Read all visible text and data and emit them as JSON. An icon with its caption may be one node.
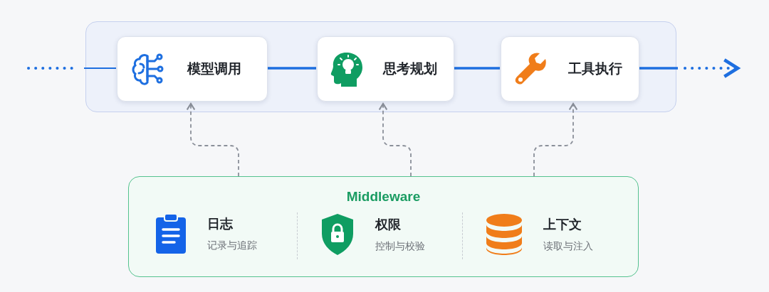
{
  "diagram": {
    "nodes": [
      {
        "text": [],
        "shape": "box"
      },
      {
        "text": [
          "模型调用"
        ],
        "in": 0
      },
      {
        "text": [
          "思考规划"
        ],
        "in": 0
      },
      {
        "text": [
          "工具执行"
        ],
        "in": 0
      },
      {
        "text": [
          "Middleware"
        ]
      }
    ],
    "edges": [
      {
        "from": null,
        "to": 1,
        "arrow": "none",
        "style": "dashed",
        "color": "#1e6fe0"
      },
      {
        "from": 1,
        "to": 2,
        "arrow": "none",
        "color": "#1e6fe0"
      },
      {
        "from": 2,
        "to": 3,
        "arrow": "none",
        "color": "#1e6fe0"
      },
      {
        "from": 3,
        "to": null,
        "arrow": "to",
        "style": "dashed",
        "color": "#1e6fe0"
      },
      {
        "from": 4,
        "to": 1,
        "arrow": "to",
        "style": "dashed",
        "color": "#8a8f99"
      },
      {
        "from": 4,
        "to": 2,
        "arrow": "to",
        "style": "dashed",
        "color": "#8a8f99"
      },
      {
        "from": 4,
        "to": 3,
        "arrow": "to",
        "style": "dashed",
        "color": "#8a8f99"
      }
    ],
    "labels": [
      "日志",
      "记录与追踪",
      "权限",
      "控制与校验",
      "上下文",
      "读取与注入"
    ]
  }
}
